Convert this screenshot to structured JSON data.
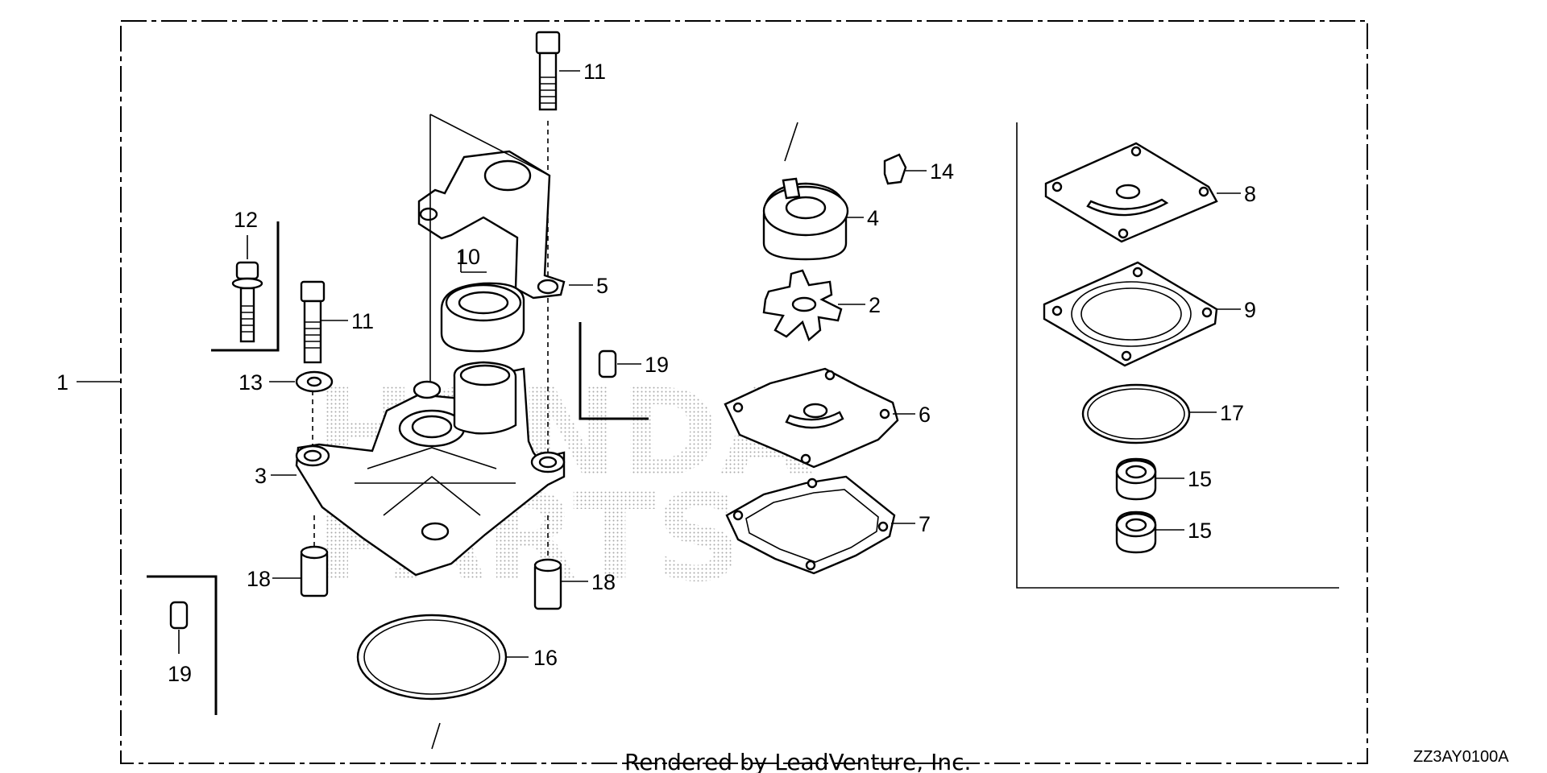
{
  "callouts": {
    "c1": "1",
    "c2": "2",
    "c3": "3",
    "c4": "4",
    "c5": "5",
    "c6": "6",
    "c7": "7",
    "c8": "8",
    "c9": "9",
    "c10": "10",
    "c11a": "11",
    "c11b": "11",
    "c12": "12",
    "c13": "13",
    "c14": "14",
    "c15a": "15",
    "c15b": "15",
    "c16": "16",
    "c17": "17",
    "c18a": "18",
    "c18b": "18",
    "c19a": "19",
    "c19b": "19"
  },
  "footer": {
    "credit": "Rendered by LeadVenture, Inc.",
    "diagram_code": "ZZ3AY0100A"
  },
  "watermark": {
    "line1": "HONDA",
    "line2": "PARTS"
  },
  "colors": {
    "ink": "#000000",
    "paper": "#ffffff",
    "watermark_dots": "#9a9a9a"
  }
}
